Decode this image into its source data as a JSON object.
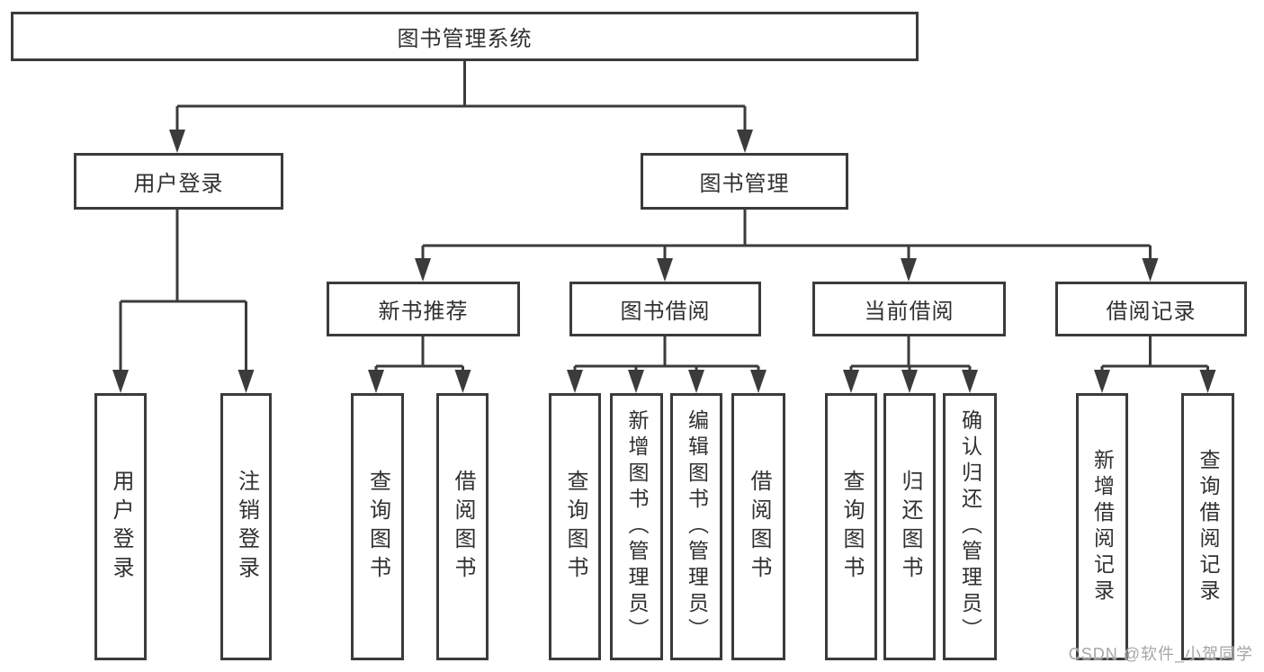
{
  "tree": {
    "label": "图书管理系统",
    "children": [
      {
        "label": "用户登录",
        "children": [
          {
            "label": "用户登录"
          },
          {
            "label": "注销登录"
          }
        ]
      },
      {
        "label": "图书管理",
        "children": [
          {
            "label": "新书推荐",
            "children": [
              {
                "label": "查询图书"
              },
              {
                "label": "借阅图书"
              }
            ]
          },
          {
            "label": "图书借阅",
            "children": [
              {
                "label": "查询图书"
              },
              {
                "label": "新增图书（管理员）"
              },
              {
                "label": "编辑图书（管理员）"
              },
              {
                "label": "借阅图书"
              }
            ]
          },
          {
            "label": "当前借阅",
            "children": [
              {
                "label": "查询图书"
              },
              {
                "label": "归还图书"
              },
              {
                "label": "确认归还（管理员）"
              }
            ]
          },
          {
            "label": "借阅记录",
            "children": [
              {
                "label": "新增借阅记录"
              },
              {
                "label": "查询借阅记录"
              }
            ]
          }
        ]
      }
    ]
  },
  "watermark": {
    "text": "CSDN @软件_小贺同学"
  },
  "colors": {
    "line": "#3b3b3b",
    "text": "#303030",
    "box_background": "#ffffff",
    "page_background": "#ffffff",
    "watermark": "#a6a6a6"
  }
}
